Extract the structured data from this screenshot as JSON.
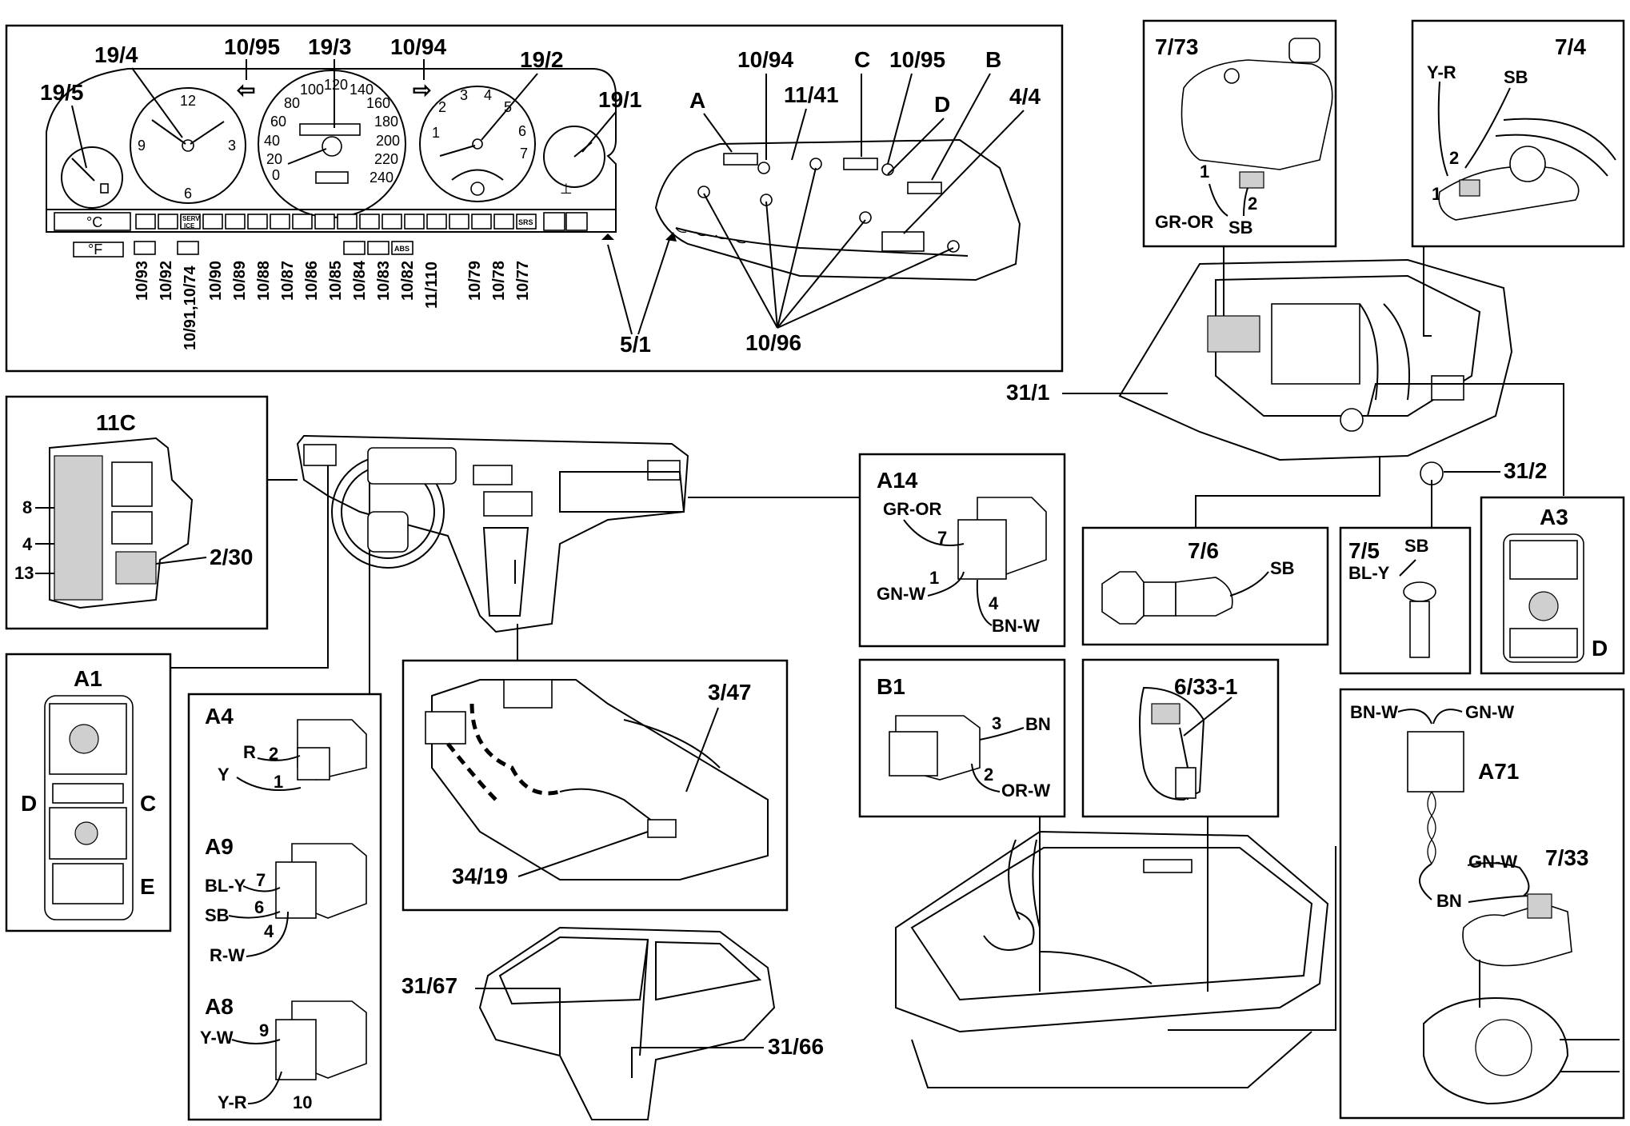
{
  "cluster": {
    "gauges": {
      "g19_5": "19/5",
      "g19_4": "19/4",
      "g19_3": "19/3",
      "g19_2": "19/2",
      "g19_1": "19/1"
    },
    "turn_left": "10/95",
    "turn_right": "10/94",
    "clock_numbers": [
      "12",
      "3",
      "6",
      "9"
    ],
    "speed_numbers": [
      "0",
      "20",
      "40",
      "60",
      "80",
      "100",
      "120",
      "140",
      "160",
      "180",
      "200",
      "220",
      "240"
    ],
    "tach_numbers": [
      "1",
      "2",
      "3",
      "4",
      "5",
      "6",
      "7"
    ],
    "temp_unit_c": "°C",
    "temp_unit_f": "°F",
    "warning_texts": [
      "SERV",
      "ICE",
      "SRS",
      "ABS"
    ],
    "bottom_labels": [
      "10/93",
      "10/92",
      "10/91,10/74",
      "10/90",
      "10/89",
      "10/88",
      "10/87",
      "10/86",
      "10/85",
      "10/84",
      "10/83",
      "10/82",
      "11/110",
      "10/79",
      "10/78",
      "10/77"
    ],
    "rear": {
      "A": "A",
      "l10_94": "10/94",
      "l11_41": "11/41",
      "C": "C",
      "l10_95": "10/95",
      "B": "B",
      "D": "D",
      "l4_4": "4/4",
      "l5_1": "5/1",
      "l10_96": "10/96"
    }
  },
  "c11": {
    "title": "11C",
    "pins": [
      "8",
      "4",
      "13"
    ],
    "relay": "2/30"
  },
  "a1": {
    "title": "A1",
    "D": "D",
    "C": "C",
    "E": "E"
  },
  "a4": {
    "title": "A4",
    "wires": [
      {
        "color": "R",
        "pin": "2"
      },
      {
        "color": "Y",
        "pin": "1"
      }
    ]
  },
  "a9": {
    "title": "A9",
    "wires": [
      {
        "color": "BL-Y",
        "pin": "7"
      },
      {
        "color": "SB",
        "pin": "6"
      },
      {
        "color": "R-W",
        "pin": "4"
      }
    ]
  },
  "a8": {
    "title": "A8",
    "wires": [
      {
        "color": "Y-W",
        "pin": "9"
      },
      {
        "color": "Y-R",
        "pin": "10"
      }
    ]
  },
  "console": {
    "l3_47": "3/47",
    "l34_19": "34/19"
  },
  "car": {
    "l31_67": "31/67",
    "l31_66": "31/66"
  },
  "a14": {
    "title": "A14",
    "w1": "GR-OR",
    "p1": "7",
    "w2": "GN-W",
    "p2": "1",
    "w3": "BN-W",
    "p3": "4"
  },
  "b1": {
    "title": "B1",
    "w1": "BN",
    "p1": "3",
    "w2": "OR-W",
    "p2": "2"
  },
  "s6_33": {
    "title": "6/33-1"
  },
  "s7_73": {
    "title": "7/73",
    "p1": "1",
    "p2": "2",
    "w1": "GR-OR",
    "w2": "SB"
  },
  "s7_4": {
    "title": "7/4",
    "w1": "Y-R",
    "w2": "SB",
    "p1": "2",
    "p2": "1"
  },
  "engine": {
    "l31_1": "31/1",
    "l31_2": "31/2"
  },
  "s7_6": {
    "title": "7/6",
    "w1": "SB"
  },
  "s7_5": {
    "title": "7/5",
    "w1": "SB",
    "w2": "BL-Y"
  },
  "a3": {
    "title": "A3",
    "D": "D"
  },
  "a71": {
    "title": "A71",
    "w1": "BN-W",
    "w2": "GN-W",
    "w3": "GN-W",
    "w4": "BN",
    "l7_33": "7/33"
  }
}
